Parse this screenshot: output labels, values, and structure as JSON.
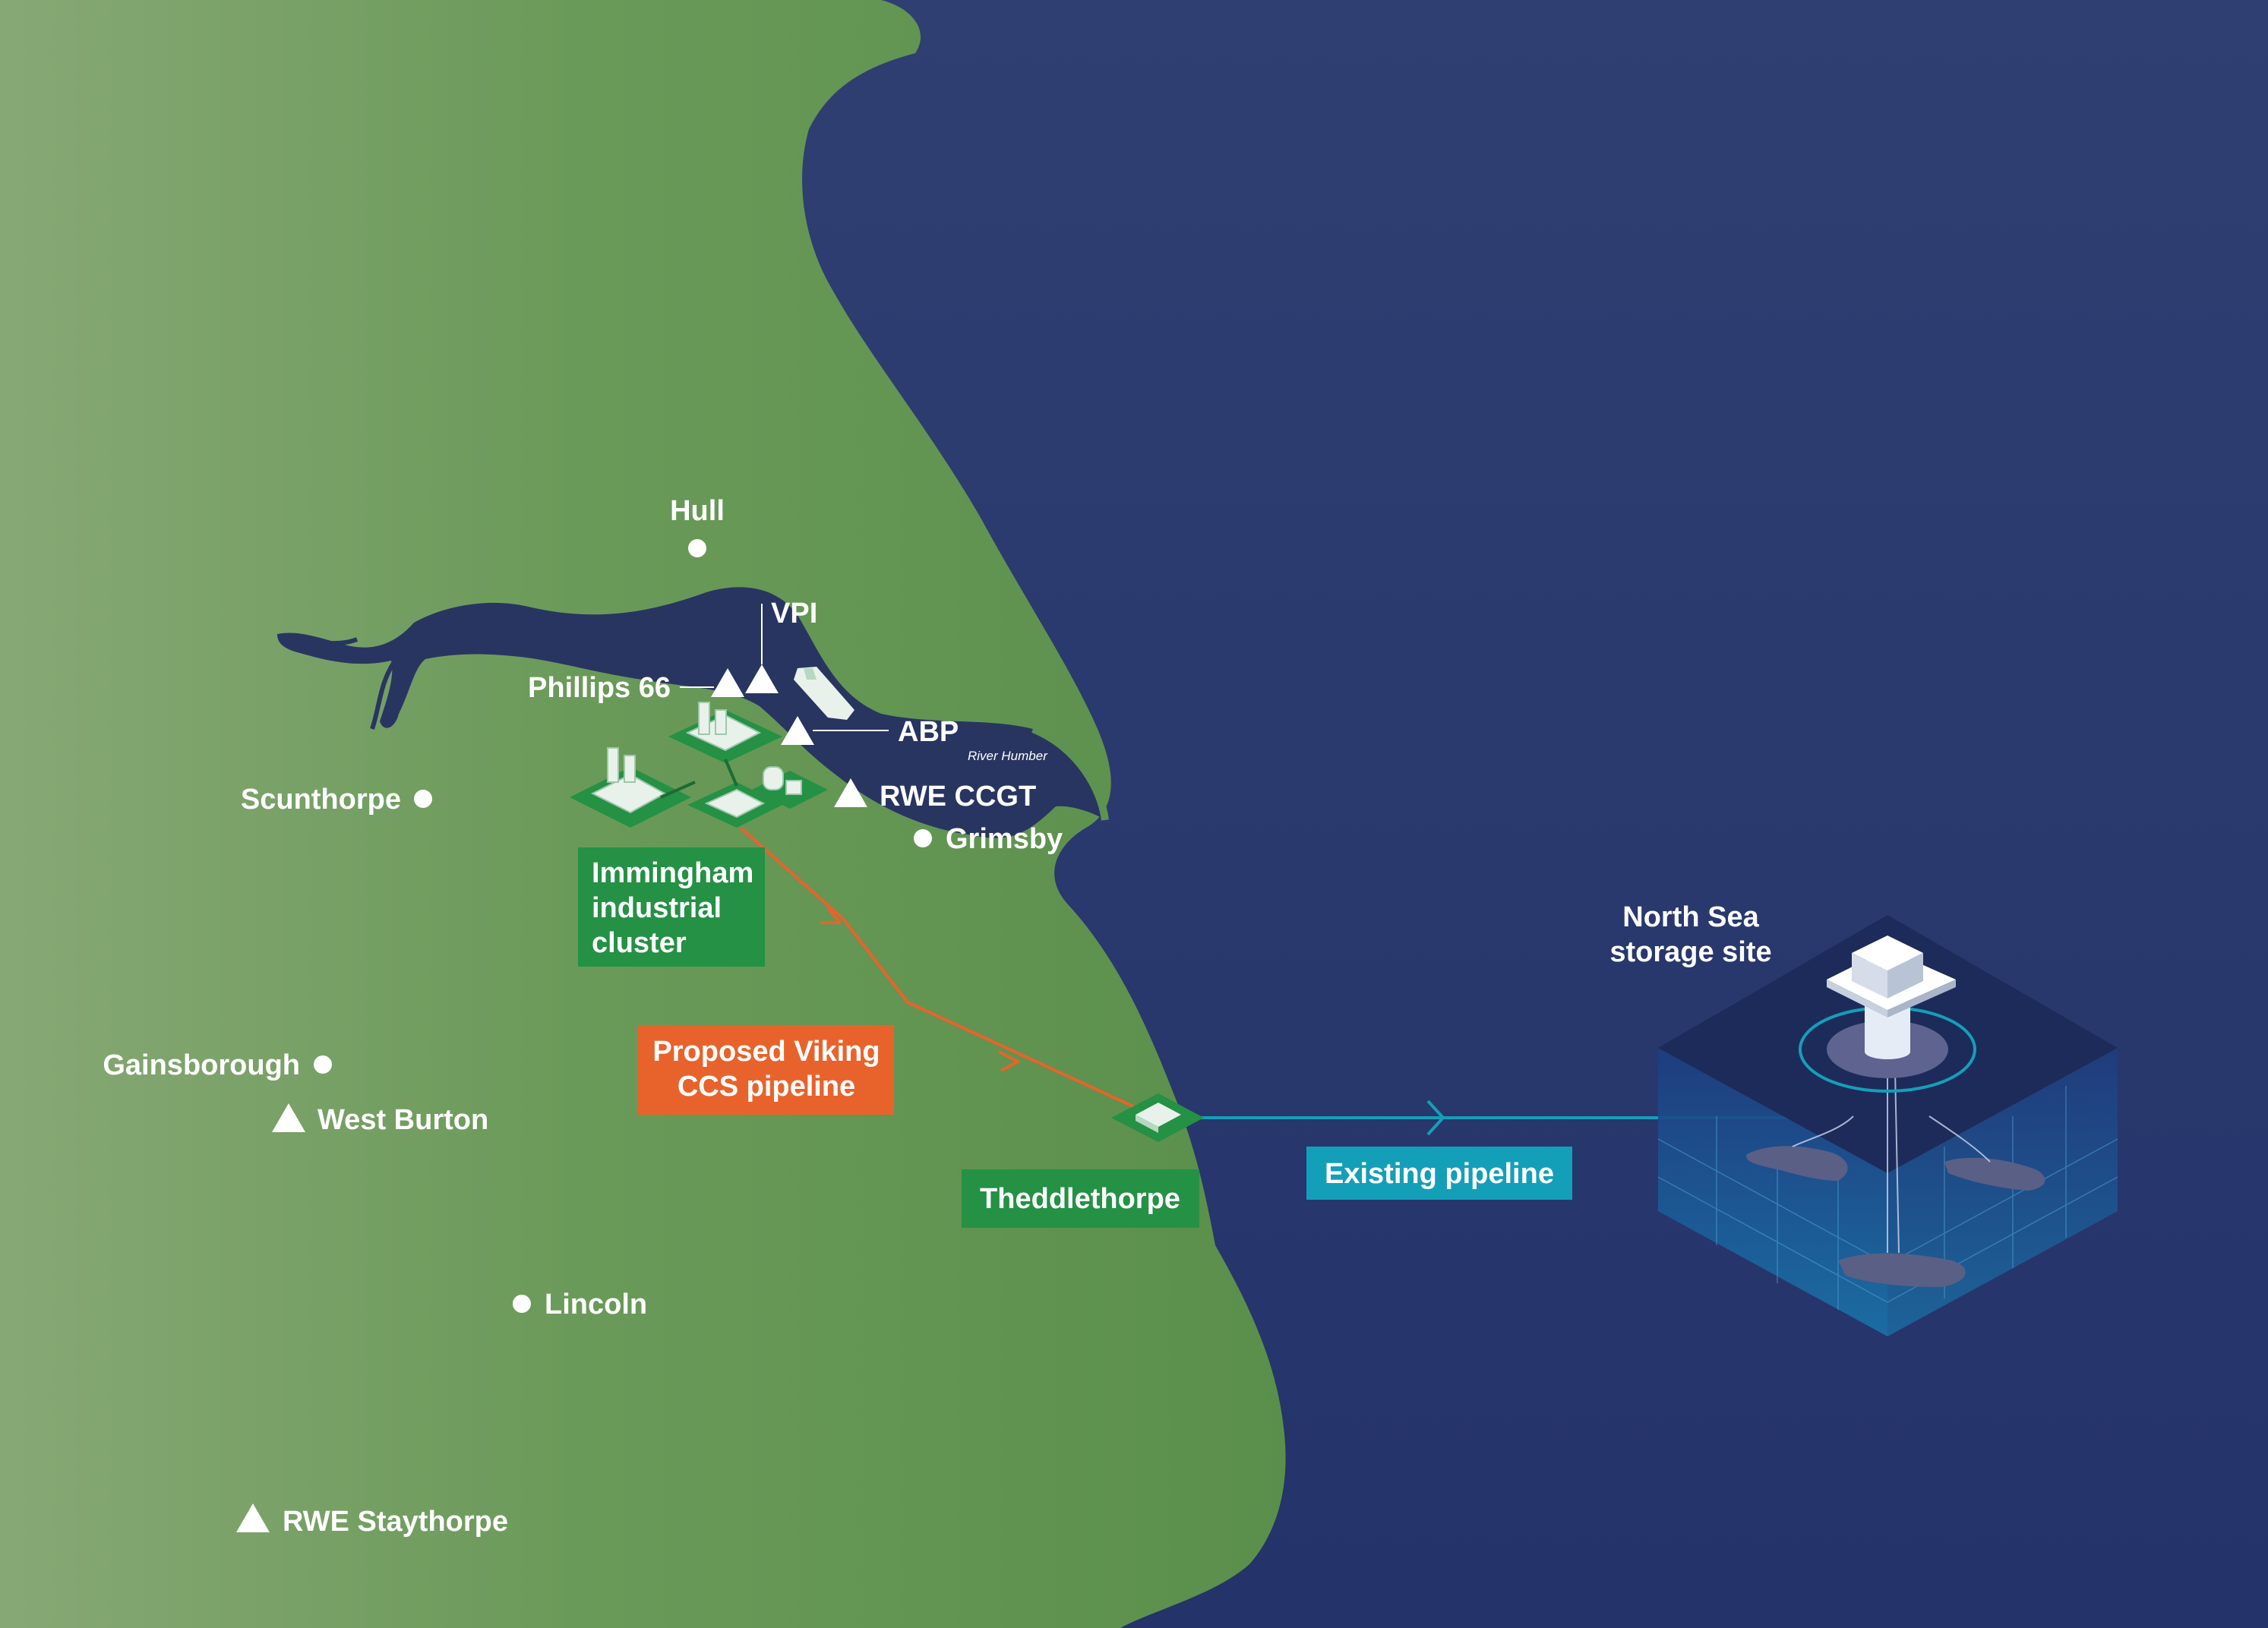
{
  "places": {
    "hull": "Hull",
    "vpi": "VPI",
    "phillips66": "Phillips 66",
    "abp": "ABP",
    "river_humber": "River Humber",
    "scunthorpe": "Scunthorpe",
    "rwe_ccgt": "RWE CCGT",
    "grimsby": "Grimsby",
    "gainsborough": "Gainsborough",
    "west_burton": "West Burton",
    "lincoln": "Lincoln",
    "rwe_staythorpe": "RWE Staythorpe"
  },
  "labels": {
    "immingham": [
      "Immingham",
      "industrial",
      "cluster"
    ],
    "viking_pipeline": [
      "Proposed Viking",
      "CCS pipeline"
    ],
    "theddlethorpe": "Theddlethorpe",
    "existing_pipeline": "Existing pipeline",
    "north_sea": [
      "North Sea",
      "storage site"
    ]
  },
  "legend_symbols": {
    "city": "circle-marker",
    "industrial_site": "triangle-marker"
  },
  "colors": {
    "land_green": "#5e9250",
    "sea_navy": "#253466",
    "river": "#283561",
    "cluster_green": "#249145",
    "proposed_orange": "#e8632c",
    "existing_teal": "#149fb8",
    "marker_white": "#ffffff"
  }
}
